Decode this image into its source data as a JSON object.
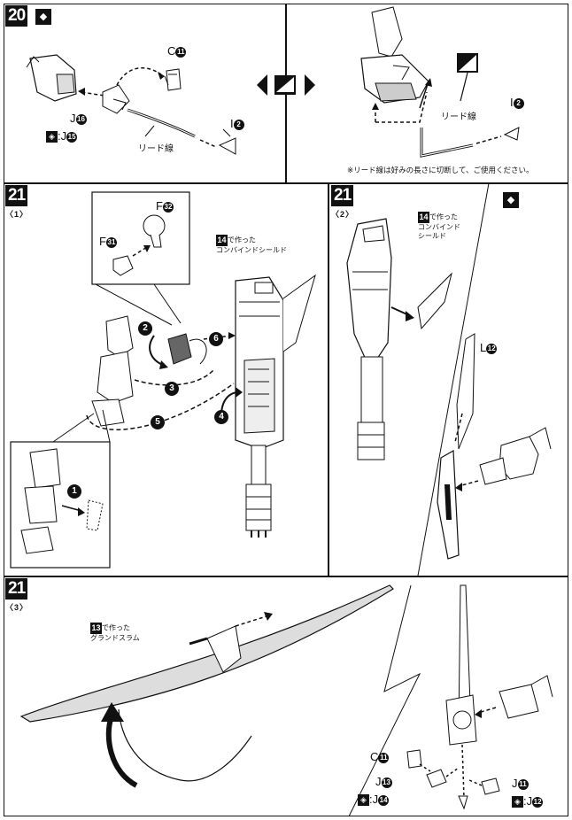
{
  "steps": {
    "s20": "20",
    "s21a": "21",
    "s21a_sub": "〈1〉",
    "s21b": "21",
    "s21b_sub": "〈2〉",
    "s21c": "21",
    "s21c_sub": "〈3〉"
  },
  "panel20": {
    "c_label": "C",
    "c_num": "11",
    "j_label": "J",
    "j_num": "16",
    "j_alt_label": ":J",
    "j_alt_num": "15",
    "i_label": "I",
    "i_num": "2",
    "lead_left": "リード線",
    "lead_right": "リード線",
    "i2_label": "I",
    "i2_num": "2",
    "note": "※リード線は好みの長さに切断して、ご使用ください。"
  },
  "panel21a": {
    "f32_label": "F",
    "f32_num": "32",
    "f31_label": "F",
    "f31_num": "31",
    "made_num": "14",
    "made_line1": "で作った",
    "made_line2": "コンバインドシールド",
    "seq": [
      "1",
      "2",
      "3",
      "4",
      "5",
      "6"
    ]
  },
  "panel21b": {
    "made_num": "14",
    "made_line1": "で作った",
    "made_line2": "コンバインド",
    "made_line3": "シールド",
    "l_label": "L",
    "l_num": "12"
  },
  "panel21c": {
    "made_num": "13",
    "made_line1": "で作った",
    "made_line2": "グランドスラム",
    "c_label": "C",
    "c_num": "11",
    "j13_label": "J",
    "j13_num": "13",
    "j14_label": ":J",
    "j14_num": "14",
    "j11_label": "J",
    "j11_num": "11",
    "j12_label": ":J",
    "j12_num": "12"
  }
}
